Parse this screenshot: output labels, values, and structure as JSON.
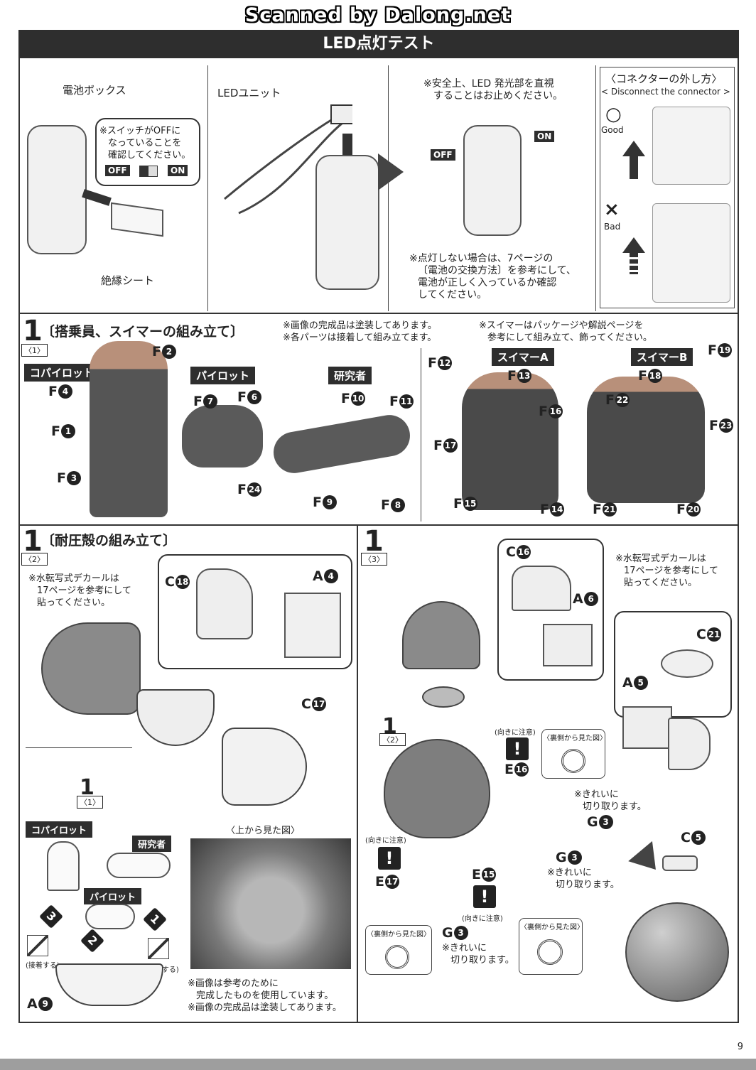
{
  "watermark": "Scanned by Dalong.net",
  "page_number": "9",
  "led_test": {
    "title": "LED点灯テスト",
    "battery_box_label": "電池ボックス",
    "switch_note_1": "※スイッチがOFFに",
    "switch_note_2": "なっていることを",
    "switch_note_3": "確認してください。",
    "off_label": "OFF",
    "on_label": "ON",
    "insulation_sheet_label": "絶縁シート",
    "led_unit_label": "LEDユニット",
    "safety_note_1": "※安全上、LED 発光部を直視",
    "safety_note_2": "することはお止めください。",
    "off_label_2": "OFF",
    "on_label_2": "ON",
    "unlit_note_1": "※点灯しない場合は、7ページの",
    "unlit_note_2": "〔電池の交換方法〕を参考にして、",
    "unlit_note_3": "電池が正しく入っているか確認",
    "unlit_note_4": "してください。",
    "connector_title_jp": "〈コネクターの外し方〉",
    "connector_title_en": "< Disconnect the connector >",
    "good_symbol": "○",
    "good_label": "Good",
    "bad_symbol": "×",
    "bad_label": "Bad"
  },
  "step1_1": {
    "number": "1",
    "sub": "〈1〉",
    "title": "〔搭乗員、スイマーの組み立て〕",
    "note_1": "※画像の完成品は塗装してあります。",
    "note_2": "※各パーツは接着して組み立てます。",
    "note_3": "※スイマーはパッケージや解説ページを",
    "note_4": "参考にして組み立て、飾ってください。",
    "copilot": "コパイロット",
    "pilot": "パイロット",
    "researcher": "研究者",
    "swimmer_a": "スイマーA",
    "swimmer_b": "スイマーB",
    "parts": {
      "f1": "F",
      "f1n": "1",
      "f2": "F",
      "f2n": "2",
      "f3": "F",
      "f3n": "3",
      "f4": "F",
      "f4n": "4",
      "f6": "F",
      "f6n": "6",
      "f7": "F",
      "f7n": "7",
      "f8": "F",
      "f8n": "8",
      "f9": "F",
      "f9n": "9",
      "f10": "F",
      "f10n": "10",
      "f11": "F",
      "f11n": "11",
      "f12": "F",
      "f12n": "12",
      "f13": "F",
      "f13n": "13",
      "f14": "F",
      "f14n": "14",
      "f15": "F",
      "f15n": "15",
      "f16": "F",
      "f16n": "16",
      "f17": "F",
      "f17n": "17",
      "f18": "F",
      "f18n": "18",
      "f19": "F",
      "f19n": "19",
      "f20": "F",
      "f20n": "20",
      "f21": "F",
      "f21n": "21",
      "f22": "F",
      "f22n": "22",
      "f23": "F",
      "f23n": "23",
      "f24": "F",
      "f24n": "24"
    }
  },
  "step1_2": {
    "number": "1",
    "sub": "〈2〉",
    "title": "〔耐圧殻の組み立て〕",
    "decal_note_1": "※水転写式デカールは",
    "decal_note_2": "17ページを参考にして",
    "decal_note_3": "貼ってください。",
    "c18": "C",
    "c18n": "18",
    "a4": "A",
    "a4n": "4",
    "c17": "C",
    "c17n": "17",
    "ref_number": "1",
    "ref_sub": "〈1〉",
    "copilot": "コパイロット",
    "researcher": "研究者",
    "pilot": "パイロット",
    "glue_1": "(接着する)",
    "glue_2": "(接着する)",
    "a9": "A",
    "a9n": "9",
    "top_view": "〈上から見た図〉",
    "photo_note_1": "※画像は参考のために",
    "photo_note_2": "完成したものを使用しています。",
    "photo_note_3": "※画像の完成品は塗装してあります。",
    "order_1": "1",
    "order_2": "2",
    "order_3": "3"
  },
  "step1_3": {
    "number": "1",
    "sub": "〈3〉",
    "decal_note_1": "※水転写式デカールは",
    "decal_note_2": "17ページを参考にして",
    "decal_note_3": "貼ってください。",
    "c16": "C",
    "c16n": "16",
    "a6": "A",
    "a6n": "6",
    "c21": "C",
    "c21n": "21",
    "a5": "A",
    "a5n": "5",
    "ref_number": "1",
    "ref_sub": "〈2〉",
    "orient_note_1": "(向きに注意)",
    "back_view_1": "〈裏側から見た図〉",
    "e16": "E",
    "e16n": "16",
    "clean_note_1a": "※きれいに",
    "clean_note_1b": "切り取ります。",
    "g3a": "G",
    "g3an": "3",
    "orient_note_2": "(向きに注意)",
    "e17": "E",
    "e17n": "17",
    "e15": "E",
    "e15n": "15",
    "g3b": "G",
    "g3bn": "3",
    "clean_note_2a": "※きれいに",
    "clean_note_2b": "切り取ります。",
    "orient_note_3": "(向きに注意)",
    "back_view_2": "〈裏側から見た図〉",
    "back_view_3": "〈裏側から見た図〉",
    "g3c": "G",
    "g3cn": "3",
    "clean_note_3a": "※きれいに",
    "clean_note_3b": "切り取ります。",
    "c5": "C",
    "c5n": "5",
    "exclaim": "!"
  }
}
